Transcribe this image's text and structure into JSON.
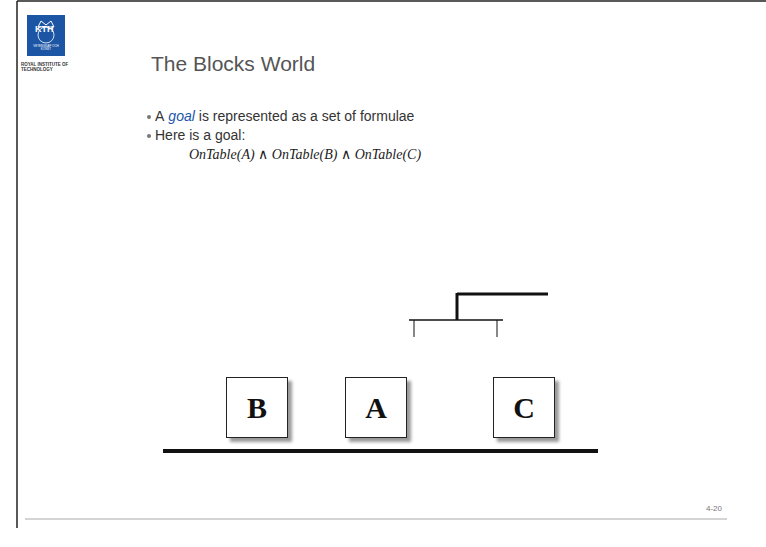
{
  "diagram": {
    "title": "The Blocks World",
    "nodes": [
      {
        "text": [
          "B"
        ]
      },
      {
        "text": [
          "A"
        ]
      },
      {
        "text": [
          "C"
        ]
      }
    ],
    "labels": [
      "KTH",
      "VETENSKAP OCH KONST",
      "ROYAL INSTITUTE OF TECHNOLOGY",
      "A",
      "goal",
      "is represented as a set of formulae",
      "Here is a goal:",
      "OnTable(A) ∧ OnTable(B) ∧ OnTable(C)",
      "4-20"
    ]
  }
}
